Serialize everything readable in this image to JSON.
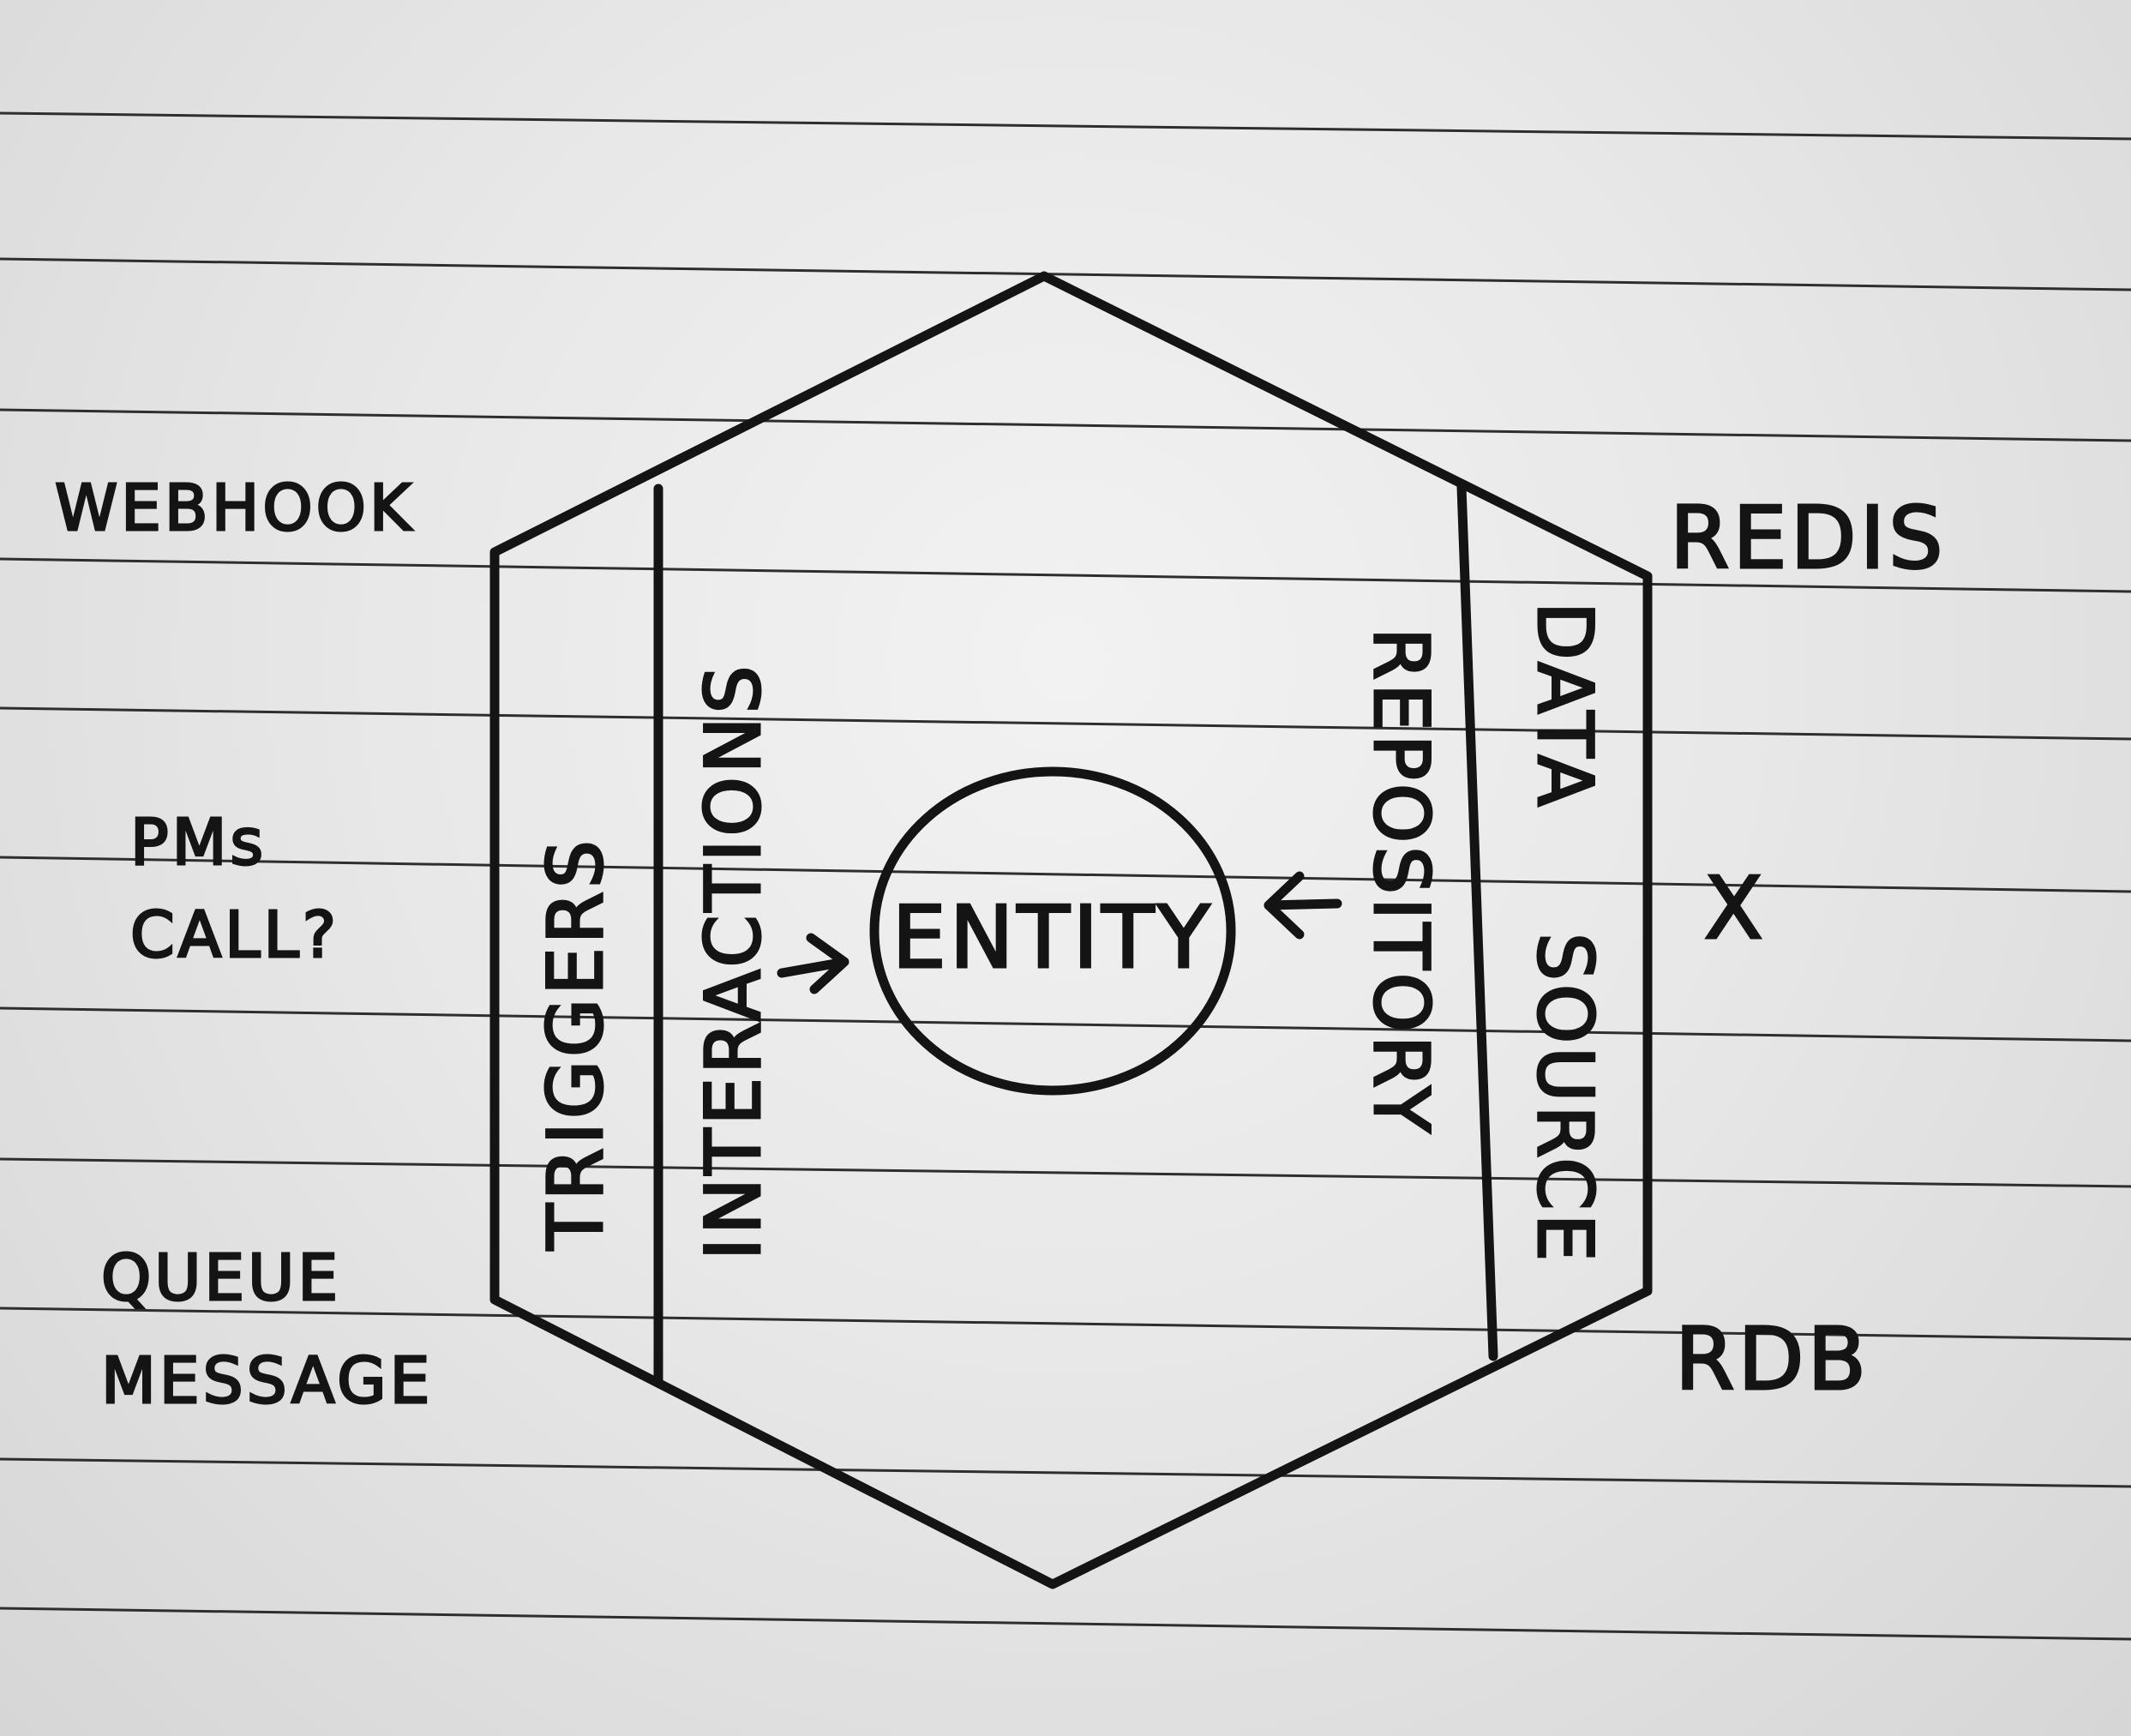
{
  "diagram": {
    "center": {
      "label": "ENTITY"
    },
    "inner_layers": {
      "left_outer": "TRIGGERS",
      "left_inner": "INTERACTIONS",
      "right_inner": "REPOSITORY",
      "right_outer_top": "DATA",
      "right_outer_bottom": "SOURCE"
    },
    "left_inputs": {
      "top": "WEBHOOK",
      "middle_line1": "PMs",
      "middle_line2": "CALL?",
      "bottom_line1": "QUEUE",
      "bottom_line2": "MESSAGE"
    },
    "right_outputs": {
      "top": "REDIS",
      "middle": "X",
      "bottom": "RDB"
    },
    "arrows": {
      "left": "→",
      "right": "←"
    }
  }
}
